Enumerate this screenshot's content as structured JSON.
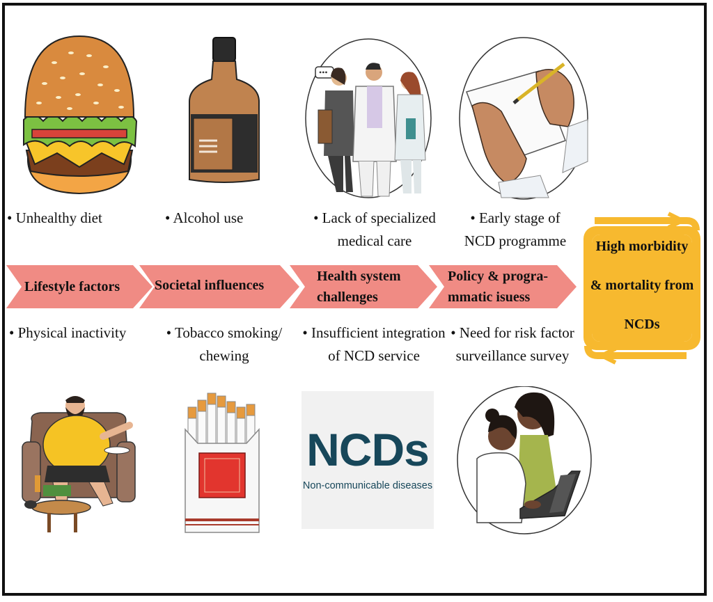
{
  "stages": [
    {
      "label": "Lifestyle factors",
      "top_factor": "• Unhealthy diet",
      "bottom_factor": "• Physical inactivity"
    },
    {
      "label": "Societal influences",
      "top_factor": "• Alcohol use",
      "bottom_factor_lines": [
        "• Tobacco smoking/",
        "chewing"
      ]
    },
    {
      "label_lines": [
        "Health system",
        "challenges"
      ],
      "top_factor_lines": [
        "• Lack of specialized",
        "medical care"
      ],
      "bottom_factor_lines": [
        "• Insufficient integration",
        "of NCD service"
      ]
    },
    {
      "label_lines": [
        "Policy & progra-",
        "mmatic isuess"
      ],
      "top_factor_lines": [
        "• Early stage of",
        "NCD programme"
      ],
      "bottom_factor_lines": [
        "• Need for risk factor",
        "surveillance survey"
      ]
    }
  ],
  "outcome": {
    "lines": [
      "High morbidity",
      "& mortality from",
      "NCDs"
    ]
  },
  "ncd_logo": {
    "title": "NCDs",
    "subtitle": "Non-communicable diseases"
  },
  "colors": {
    "chevron": "#f08b84",
    "outcome_border": "#f7b92f",
    "logo_text": "#17475a"
  },
  "icons": [
    "burger-icon",
    "whiskey-bottle-icon",
    "medical-staff-icon",
    "writing-hand-icon",
    "obese-man-couch-icon",
    "cigarette-pack-icon",
    "people-laptop-icon"
  ]
}
